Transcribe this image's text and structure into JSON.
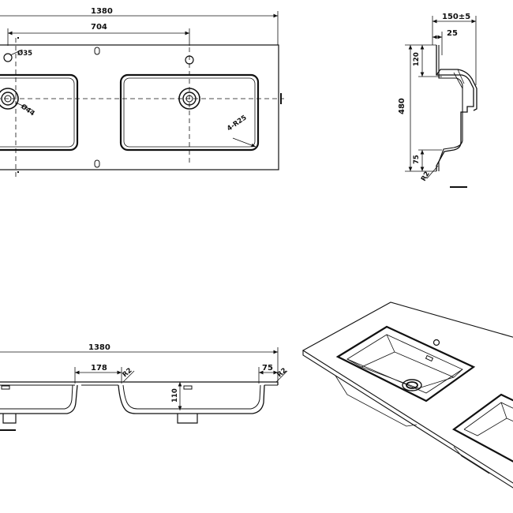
{
  "top_view": {
    "dim_total_width": "1380",
    "dim_hole_spacing": "704",
    "dim_tap_hole": "Ø35",
    "dim_drain": "Ø44",
    "dim_corner_radius": "4-R25"
  },
  "side_section": {
    "dim_depth_total": "150±5",
    "dim_top_thickness": "25",
    "dim_top_offset": "120",
    "dim_length": "480",
    "dim_bottom_offset": "75",
    "dim_radius": "R2"
  },
  "front_section": {
    "dim_total_width": "1380",
    "dim_gap": "178",
    "dim_gap_radius": "R2",
    "dim_height": "110",
    "dim_end": "75",
    "dim_end_radius": "R2"
  }
}
